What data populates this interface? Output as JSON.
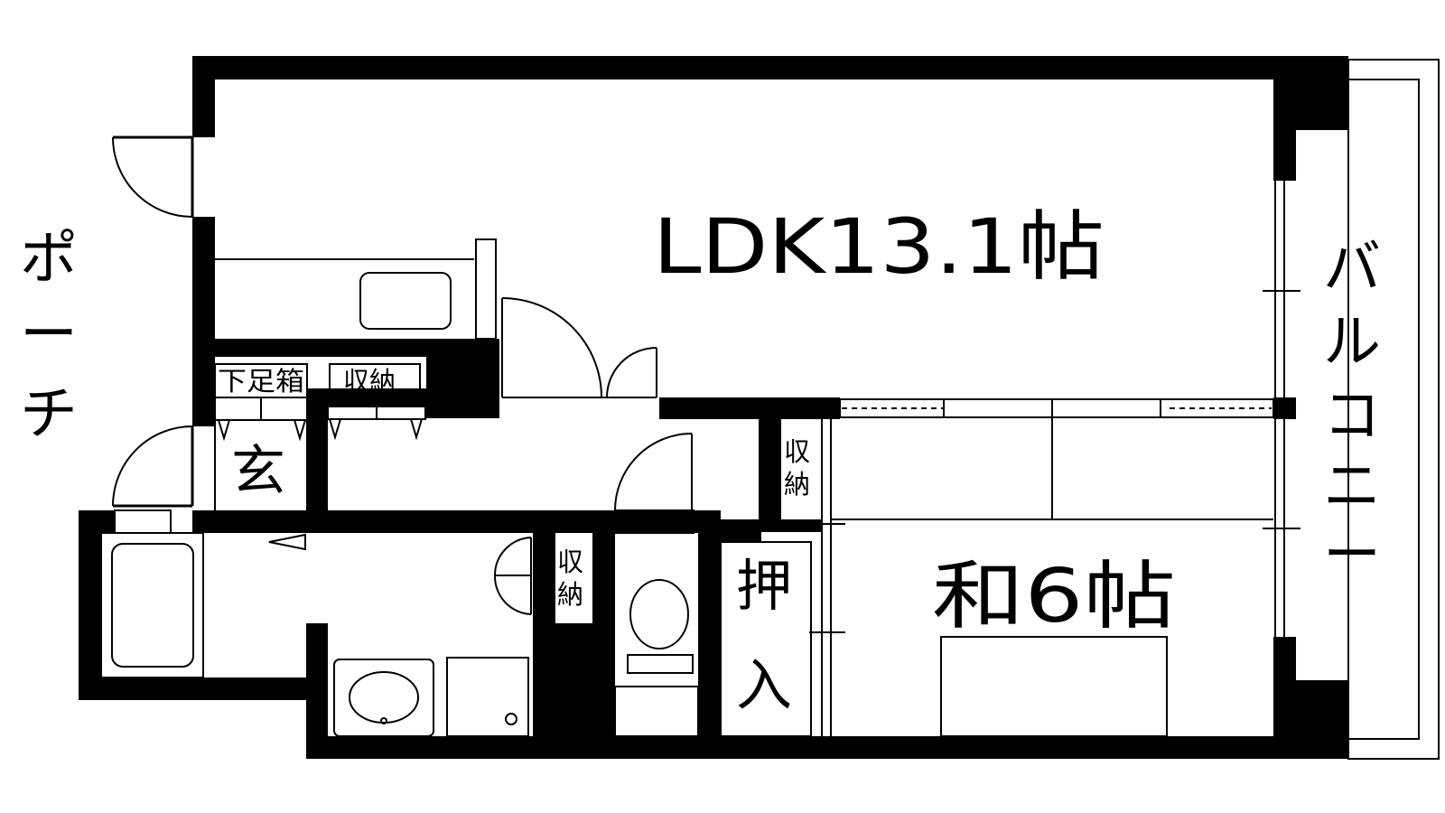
{
  "rooms": {
    "ldk": "LDK13.1帖",
    "washitsu": "和6帖",
    "oshiire": [
      "押",
      "入"
    ],
    "genkan": "玄",
    "shitasokubako": "下足箱",
    "shuno_top": "収納",
    "shuno_mid": [
      "収",
      "納"
    ],
    "shuno_wash": [
      "収",
      "納"
    ]
  },
  "outside": {
    "porch": [
      "ポ",
      "ー",
      "チ"
    ],
    "balcony": [
      "バ",
      "ル",
      "コ",
      "ニ",
      "ー"
    ]
  },
  "colors": {
    "wall": "#000000",
    "background": "#ffffff"
  }
}
